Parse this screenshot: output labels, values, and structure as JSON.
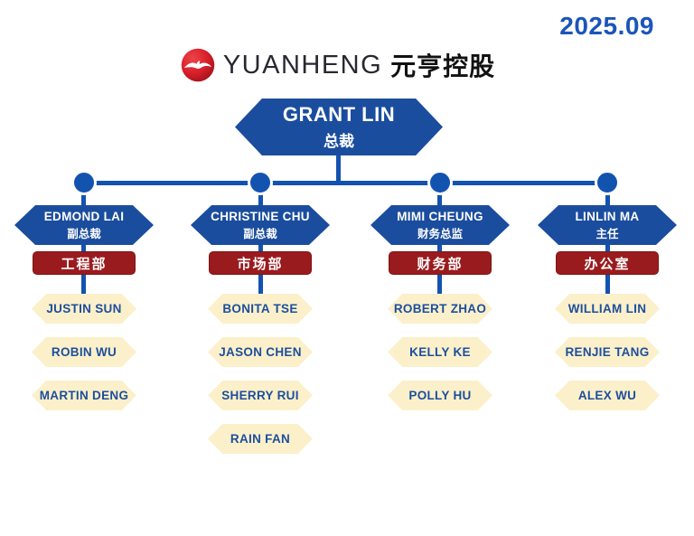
{
  "date": "2025.09",
  "logo": {
    "icon": "bird-in-red-sphere",
    "name": "YUANHENG",
    "cn": "元亨控股"
  },
  "root": {
    "name": "GRANT LIN",
    "title": "总裁"
  },
  "columns": [
    {
      "head": {
        "name": "EDMOND LAI",
        "title": "副总裁"
      },
      "dept": "工程部",
      "members": [
        "JUSTIN SUN",
        "ROBIN WU",
        "MARTIN DENG"
      ]
    },
    {
      "head": {
        "name": "CHRISTINE CHU",
        "title": "副总裁"
      },
      "dept": "市场部",
      "members": [
        "BONITA TSE",
        "JASON CHEN",
        "SHERRY RUI",
        "RAIN FAN"
      ]
    },
    {
      "head": {
        "name": "MIMI CHEUNG",
        "title": "财务总监"
      },
      "dept": "财务部",
      "members": [
        "ROBERT ZHAO",
        "KELLY KE",
        "POLLY HU"
      ]
    },
    {
      "head": {
        "name": "LINLIN MA",
        "title": "主任"
      },
      "dept": "办公室",
      "members": [
        "WILLIAM LIN",
        "RENJIE TANG",
        "ALEX WU"
      ]
    }
  ],
  "colors": {
    "node_blue": "#1b4d9e",
    "connector_blue": "#1353b0",
    "dept_red": "#9a1b1e",
    "member_cream": "#fbf0ca",
    "member_text_blue": "#1d4e9e",
    "date_blue": "#1b55b8",
    "logo_red": "#d8202b"
  }
}
